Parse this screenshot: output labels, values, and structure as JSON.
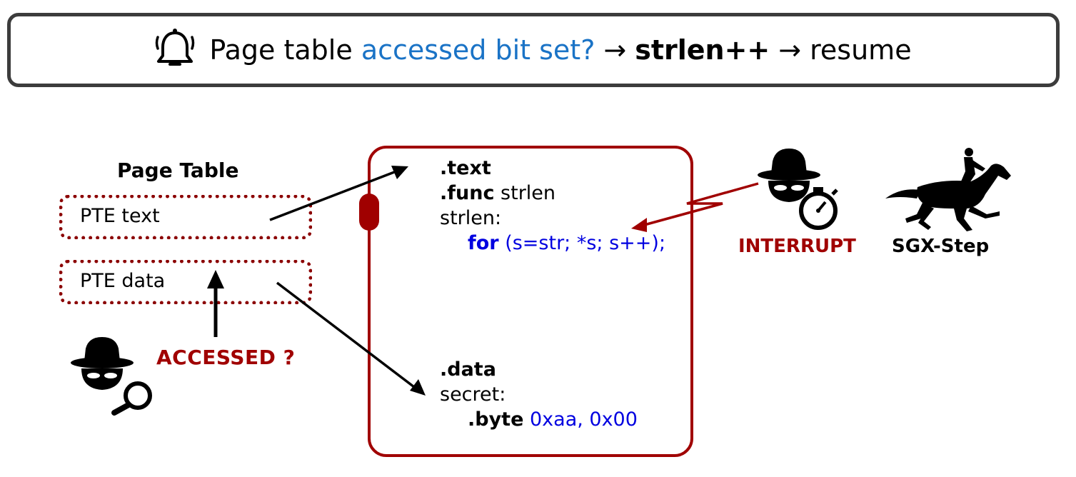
{
  "banner": {
    "icon": "bell-icon",
    "prefix": "Page table",
    "question": "accessed bit set?",
    "arrow1": "→",
    "step": "strlen++",
    "arrow2": "→",
    "action": "resume"
  },
  "page_table": {
    "title": "Page Table",
    "entries": [
      "PTE text",
      "PTE data"
    ]
  },
  "attacker_label": "ACCESSED ?",
  "enclave": {
    "text_section": {
      "directive": ".text",
      "func_kw": ".func",
      "func_name": " strlen",
      "label": "strlen:",
      "for_kw": "for",
      "for_body": " (s=str; *s; s++);"
    },
    "data_section": {
      "directive": ".data",
      "label": "secret:",
      "byte_kw": ".byte",
      "byte_values": " 0xaa, 0x00"
    }
  },
  "interrupt_label": "INTERRUPT",
  "sgxstep_label": "SGX-Step",
  "colors": {
    "dark_red": "#a00000",
    "banner_blue": "#1a73c6",
    "code_blue": "#0000e0"
  }
}
